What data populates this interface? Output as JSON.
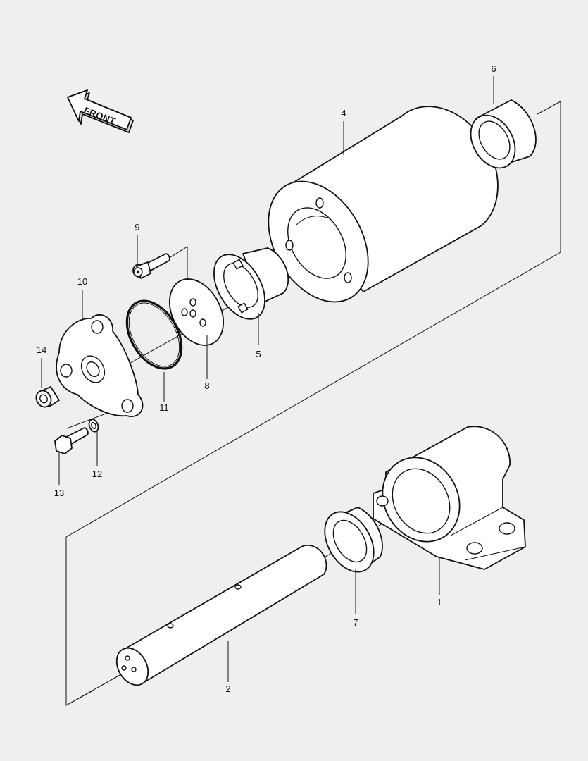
{
  "direction_label": "FRONT",
  "callouts": [
    "1",
    "2",
    "4",
    "5",
    "6",
    "7",
    "8",
    "9",
    "10",
    "11",
    "12",
    "13",
    "14"
  ]
}
